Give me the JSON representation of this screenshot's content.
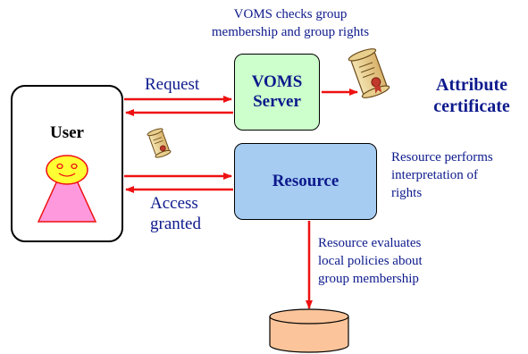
{
  "top_note": [
    "VOMS checks group",
    "membership and group rights"
  ],
  "voms_server": [
    "VOMS",
    "Server"
  ],
  "attribute_certificate": [
    "Attribute",
    "certificate"
  ],
  "user": {
    "label": "User"
  },
  "resource": {
    "label": "Resource"
  },
  "request_label": "Request",
  "access_granted": [
    "Access",
    "granted"
  ],
  "resource_interprets": [
    "Resource performs",
    "interpretation of",
    "rights"
  ],
  "resource_evaluates": [
    "Resource evaluates",
    "local policies about",
    "group membership"
  ],
  "colors": {
    "arrow": "#ee1111",
    "text": "#0d1a8c",
    "voms_fill": "#ccffcc",
    "resource_fill": "#a6ccf2",
    "db_fill": "#fbc49a",
    "face": "#ffff33",
    "body": "#ff99dd"
  }
}
